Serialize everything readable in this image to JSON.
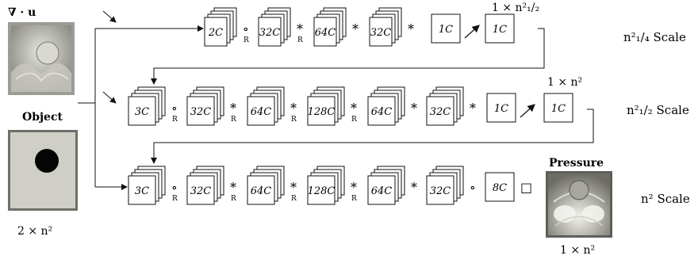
{
  "inputs": {
    "divergence_label": "∇ · u",
    "object_label": "Object",
    "input_size_label": "2 × n²"
  },
  "rows": [
    {
      "id": "quarter",
      "scale_label": "n²₁/₄ Scale",
      "layers": [
        {
          "label": "2C",
          "op": "∘",
          "op_sub": "R"
        },
        {
          "label": "32C",
          "op": "*",
          "op_sub": "R"
        },
        {
          "label": "64C",
          "op": "*",
          "op_sub": ""
        },
        {
          "label": "32C",
          "op": "*",
          "op_sub": ""
        },
        {
          "label": "1C",
          "op": "",
          "op_sub": ""
        },
        {
          "label": "1C",
          "op": "",
          "op_sub": ""
        }
      ],
      "output_size_label": "1 × n²₁/₂"
    },
    {
      "id": "half",
      "scale_label": "n²₁/₂ Scale",
      "layers": [
        {
          "label": "3C",
          "op": "∘",
          "op_sub": "R"
        },
        {
          "label": "32C",
          "op": "*",
          "op_sub": "R"
        },
        {
          "label": "64C",
          "op": "*",
          "op_sub": "R"
        },
        {
          "label": "128C",
          "op": "*",
          "op_sub": "R"
        },
        {
          "label": "64C",
          "op": "*",
          "op_sub": ""
        },
        {
          "label": "32C",
          "op": "*",
          "op_sub": ""
        },
        {
          "label": "1C",
          "op": "",
          "op_sub": ""
        },
        {
          "label": "1C",
          "op": "",
          "op_sub": ""
        }
      ],
      "output_size_label": "1 × n²"
    },
    {
      "id": "full",
      "scale_label": "n² Scale",
      "layers": [
        {
          "label": "3C",
          "op": "∘",
          "op_sub": "R"
        },
        {
          "label": "32C",
          "op": "*",
          "op_sub": "R"
        },
        {
          "label": "64C",
          "op": "*",
          "op_sub": "R"
        },
        {
          "label": "128C",
          "op": "*",
          "op_sub": "R"
        },
        {
          "label": "64C",
          "op": "*",
          "op_sub": ""
        },
        {
          "label": "32C",
          "op": "∘",
          "op_sub": ""
        },
        {
          "label": "8C",
          "op": "□",
          "op_sub": ""
        }
      ],
      "output_size_label": ""
    }
  ],
  "output": {
    "pressure_label": "Pressure",
    "pressure_size_label": "1 × n²"
  }
}
